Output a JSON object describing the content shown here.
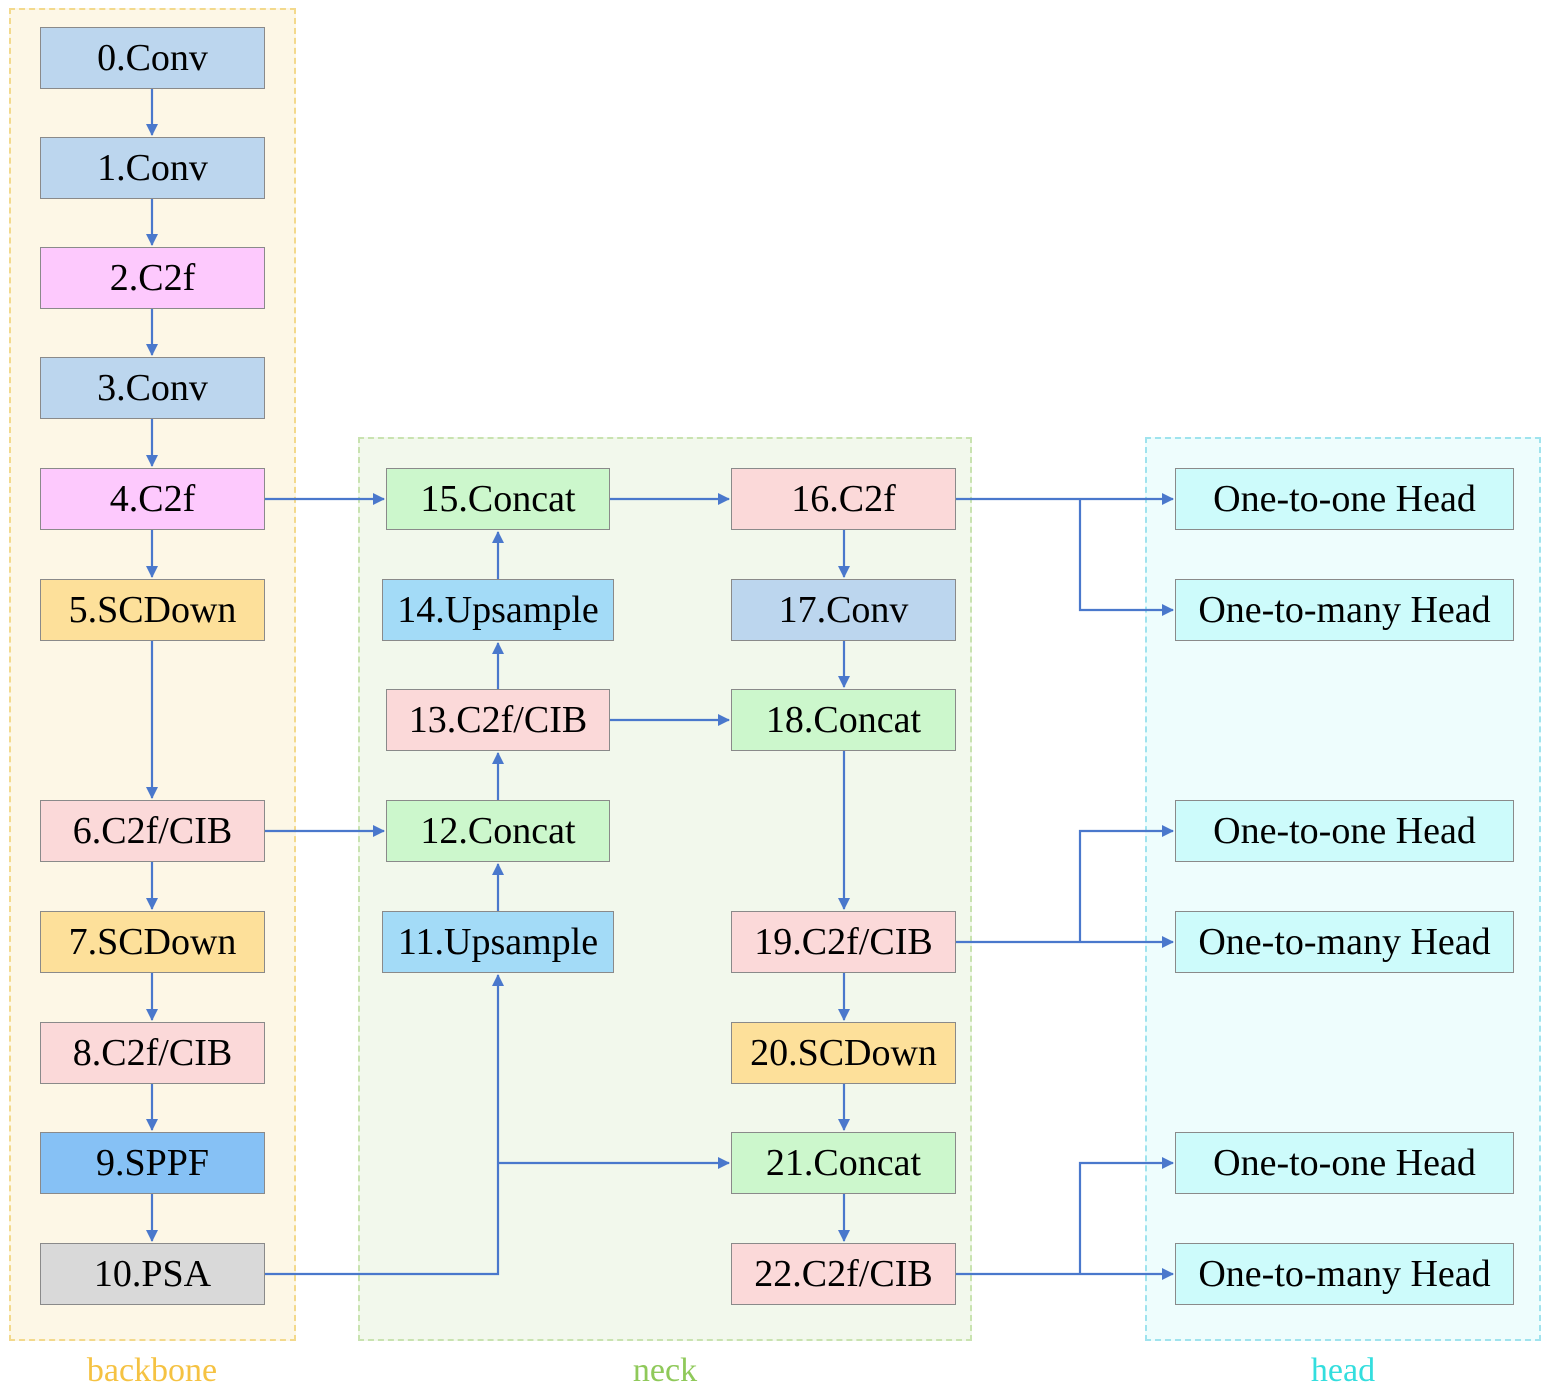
{
  "regions": {
    "backbone": {
      "label": "backbone",
      "color": "#f5c242",
      "fill": "#fdf7e6",
      "border": "#f3d98c"
    },
    "neck": {
      "label": "neck",
      "color": "#8fc95a",
      "fill": "#f2f8ec",
      "border": "#c9e3b0"
    },
    "head": {
      "label": "head",
      "color": "#33dede",
      "fill": "#eefdfd",
      "border": "#9fe3ee"
    }
  },
  "nodes": {
    "n0": "0.Conv",
    "n1": "1.Conv",
    "n2": "2.C2f",
    "n3": "3.Conv",
    "n4": "4.C2f",
    "n5": "5.SCDown",
    "n6": "6.C2f/CIB",
    "n7": "7.SCDown",
    "n8": "8.C2f/CIB",
    "n9": "9.SPPF",
    "n10": "10.PSA",
    "n11": "11.Upsample",
    "n12": "12.Concat",
    "n13": "13.C2f/CIB",
    "n14": "14.Upsample",
    "n15": "15.Concat",
    "n16": "16.C2f",
    "n17": "17.Conv",
    "n18": "18.Concat",
    "n19": "19.C2f/CIB",
    "n20": "20.SCDown",
    "n21": "21.Concat",
    "n22": "22.C2f/CIB",
    "h1": "One-to-one Head",
    "h2": "One-to-many Head",
    "h3": "One-to-one Head",
    "h4": "One-to-many Head",
    "h5": "One-to-one Head",
    "h6": "One-to-many Head"
  },
  "colors": {
    "conv": "#bcd6ee",
    "c2f": "#fdc9fd",
    "scdown": "#fde09a",
    "c2fcib": "#fbd9d9",
    "sppf": "#86c1f5",
    "psa": "#d9d9d9",
    "upsample": "#a3dbf7",
    "concat": "#ccf7cc",
    "head": "#cdfbfb",
    "arrow": "#4a78cc"
  }
}
